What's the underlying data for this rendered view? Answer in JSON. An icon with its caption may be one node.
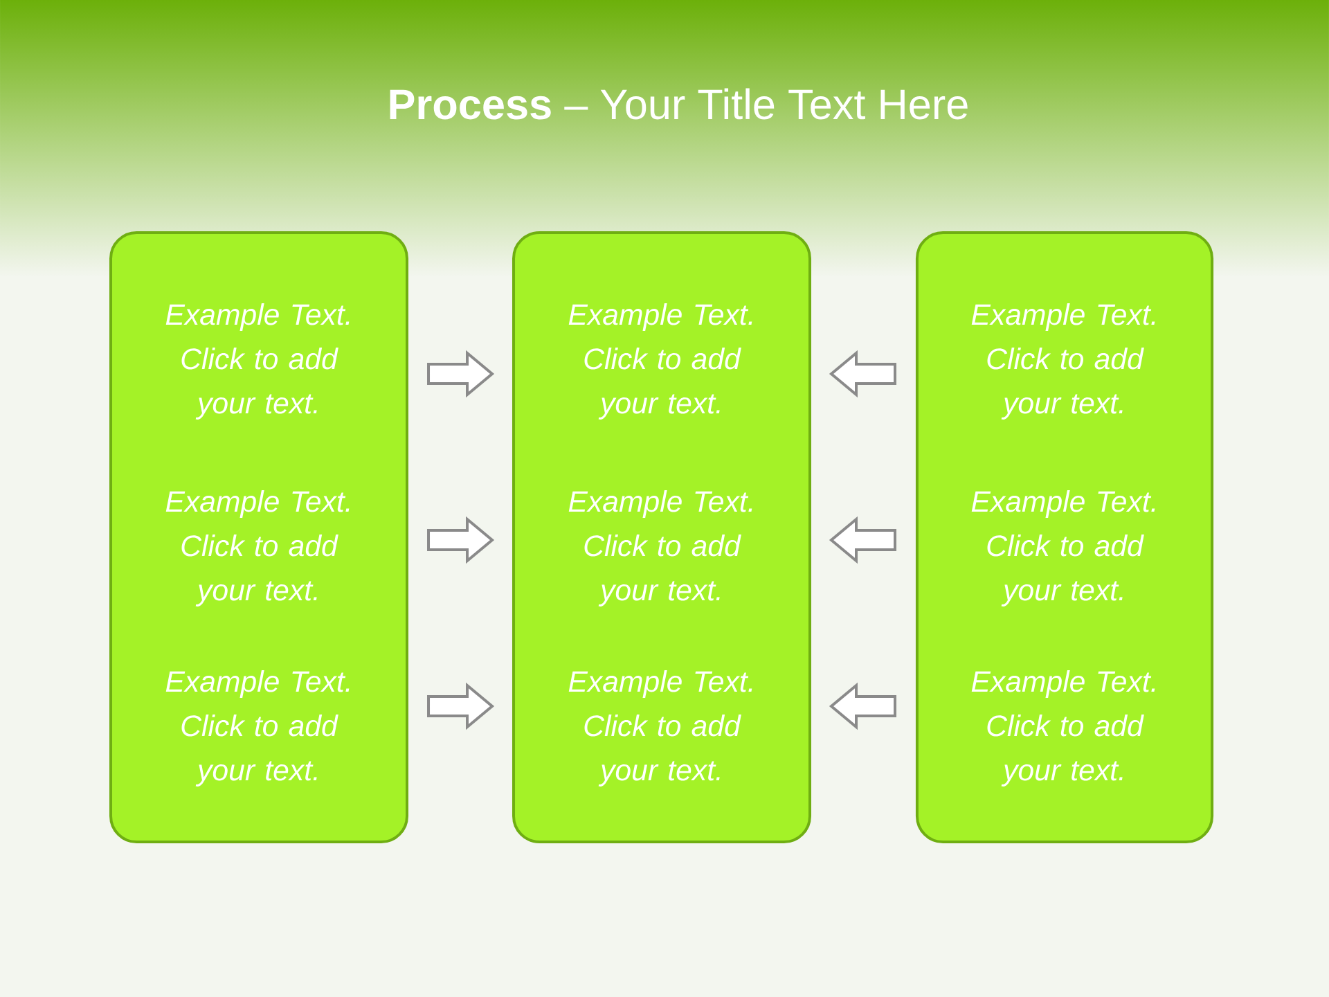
{
  "diagram": {
    "title": "**Process** – Your Title Text Here",
    "nodes": [
      {
        "text": [],
        "shape": "box"
      },
      {
        "text": [
          "Example Text. Click to add your text."
        ],
        "in": 0
      },
      {
        "text": [
          "Example Text. Click to add your text."
        ],
        "in": 0
      },
      {
        "text": [
          "Example Text. Click to add your text."
        ],
        "in": 0
      },
      {
        "text": [],
        "shape": "box"
      },
      {
        "text": [
          "Example Text. Click to add your text."
        ],
        "in": 4
      },
      {
        "text": [
          "Example Text. Click to add your text."
        ],
        "in": 4
      },
      {
        "text": [
          "Example Text. Click to add your text."
        ],
        "in": 4
      },
      {
        "text": [],
        "shape": "box"
      },
      {
        "text": [
          "Example Text. Click to add your text."
        ],
        "in": 8
      },
      {
        "text": [
          "Example Text. Click to add your text."
        ],
        "in": 8
      },
      {
        "text": [
          "Example Text. Click to add your text."
        ],
        "in": 8
      }
    ],
    "edges": [
      {
        "from": 0,
        "to": 4,
        "arrow": "to"
      },
      {
        "from": 0,
        "to": 4,
        "arrow": "to"
      },
      {
        "from": 0,
        "to": 4,
        "arrow": "to"
      },
      {
        "from": 8,
        "to": 4,
        "arrow": "to"
      },
      {
        "from": 8,
        "to": 4,
        "arrow": "to"
      },
      {
        "from": 8,
        "to": 4,
        "arrow": "to"
      }
    ]
  }
}
